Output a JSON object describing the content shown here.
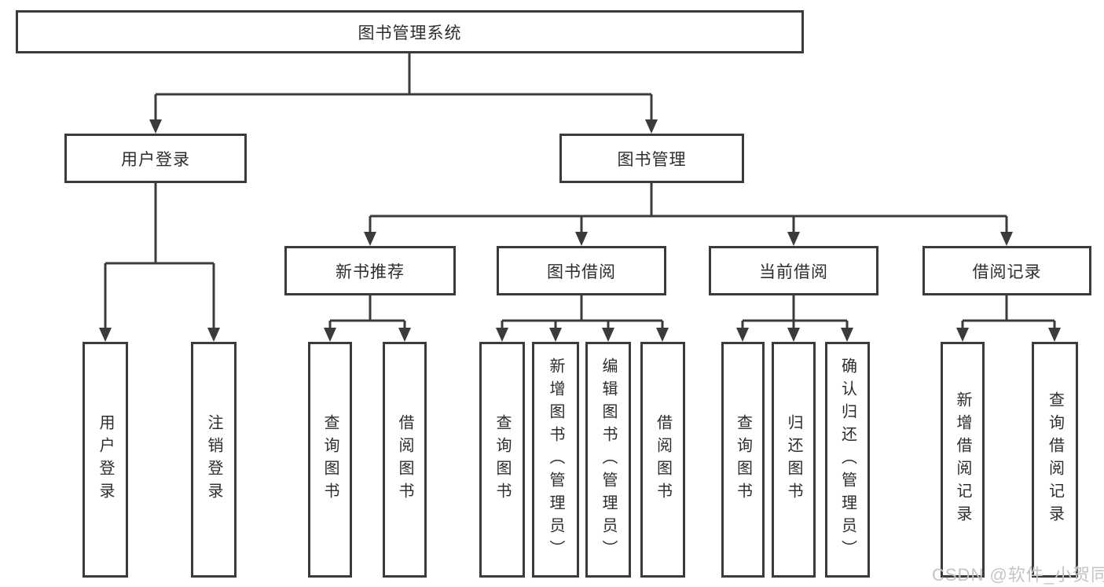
{
  "diagram": {
    "root": "图书管理系统",
    "branches": [
      {
        "label": "用户登录",
        "children": [
          "用户登录",
          "注销登录"
        ]
      },
      {
        "label": "图书管理",
        "sections": [
          {
            "label": "新书推荐",
            "children": [
              "查询图书",
              "借阅图书"
            ]
          },
          {
            "label": "图书借阅",
            "children": [
              "查询图书",
              "新增图书（管理员）",
              "编辑图书（管理员）",
              "借阅图书"
            ]
          },
          {
            "label": "当前借阅",
            "children": [
              "查询图书",
              "归还图书",
              "确认归还（管理员）"
            ]
          },
          {
            "label": "借阅记录",
            "children": [
              "新增借阅记录",
              "查询借阅记录"
            ]
          }
        ]
      }
    ]
  },
  "watermark": {
    "text": "CSDN @软件_小贺同学"
  },
  "colors": {
    "line": "#3b3b3b",
    "box_border": "#3b3b3b",
    "text": "#2d2d2d",
    "watermark": "#c4c4c4",
    "background": "#ffffff"
  }
}
